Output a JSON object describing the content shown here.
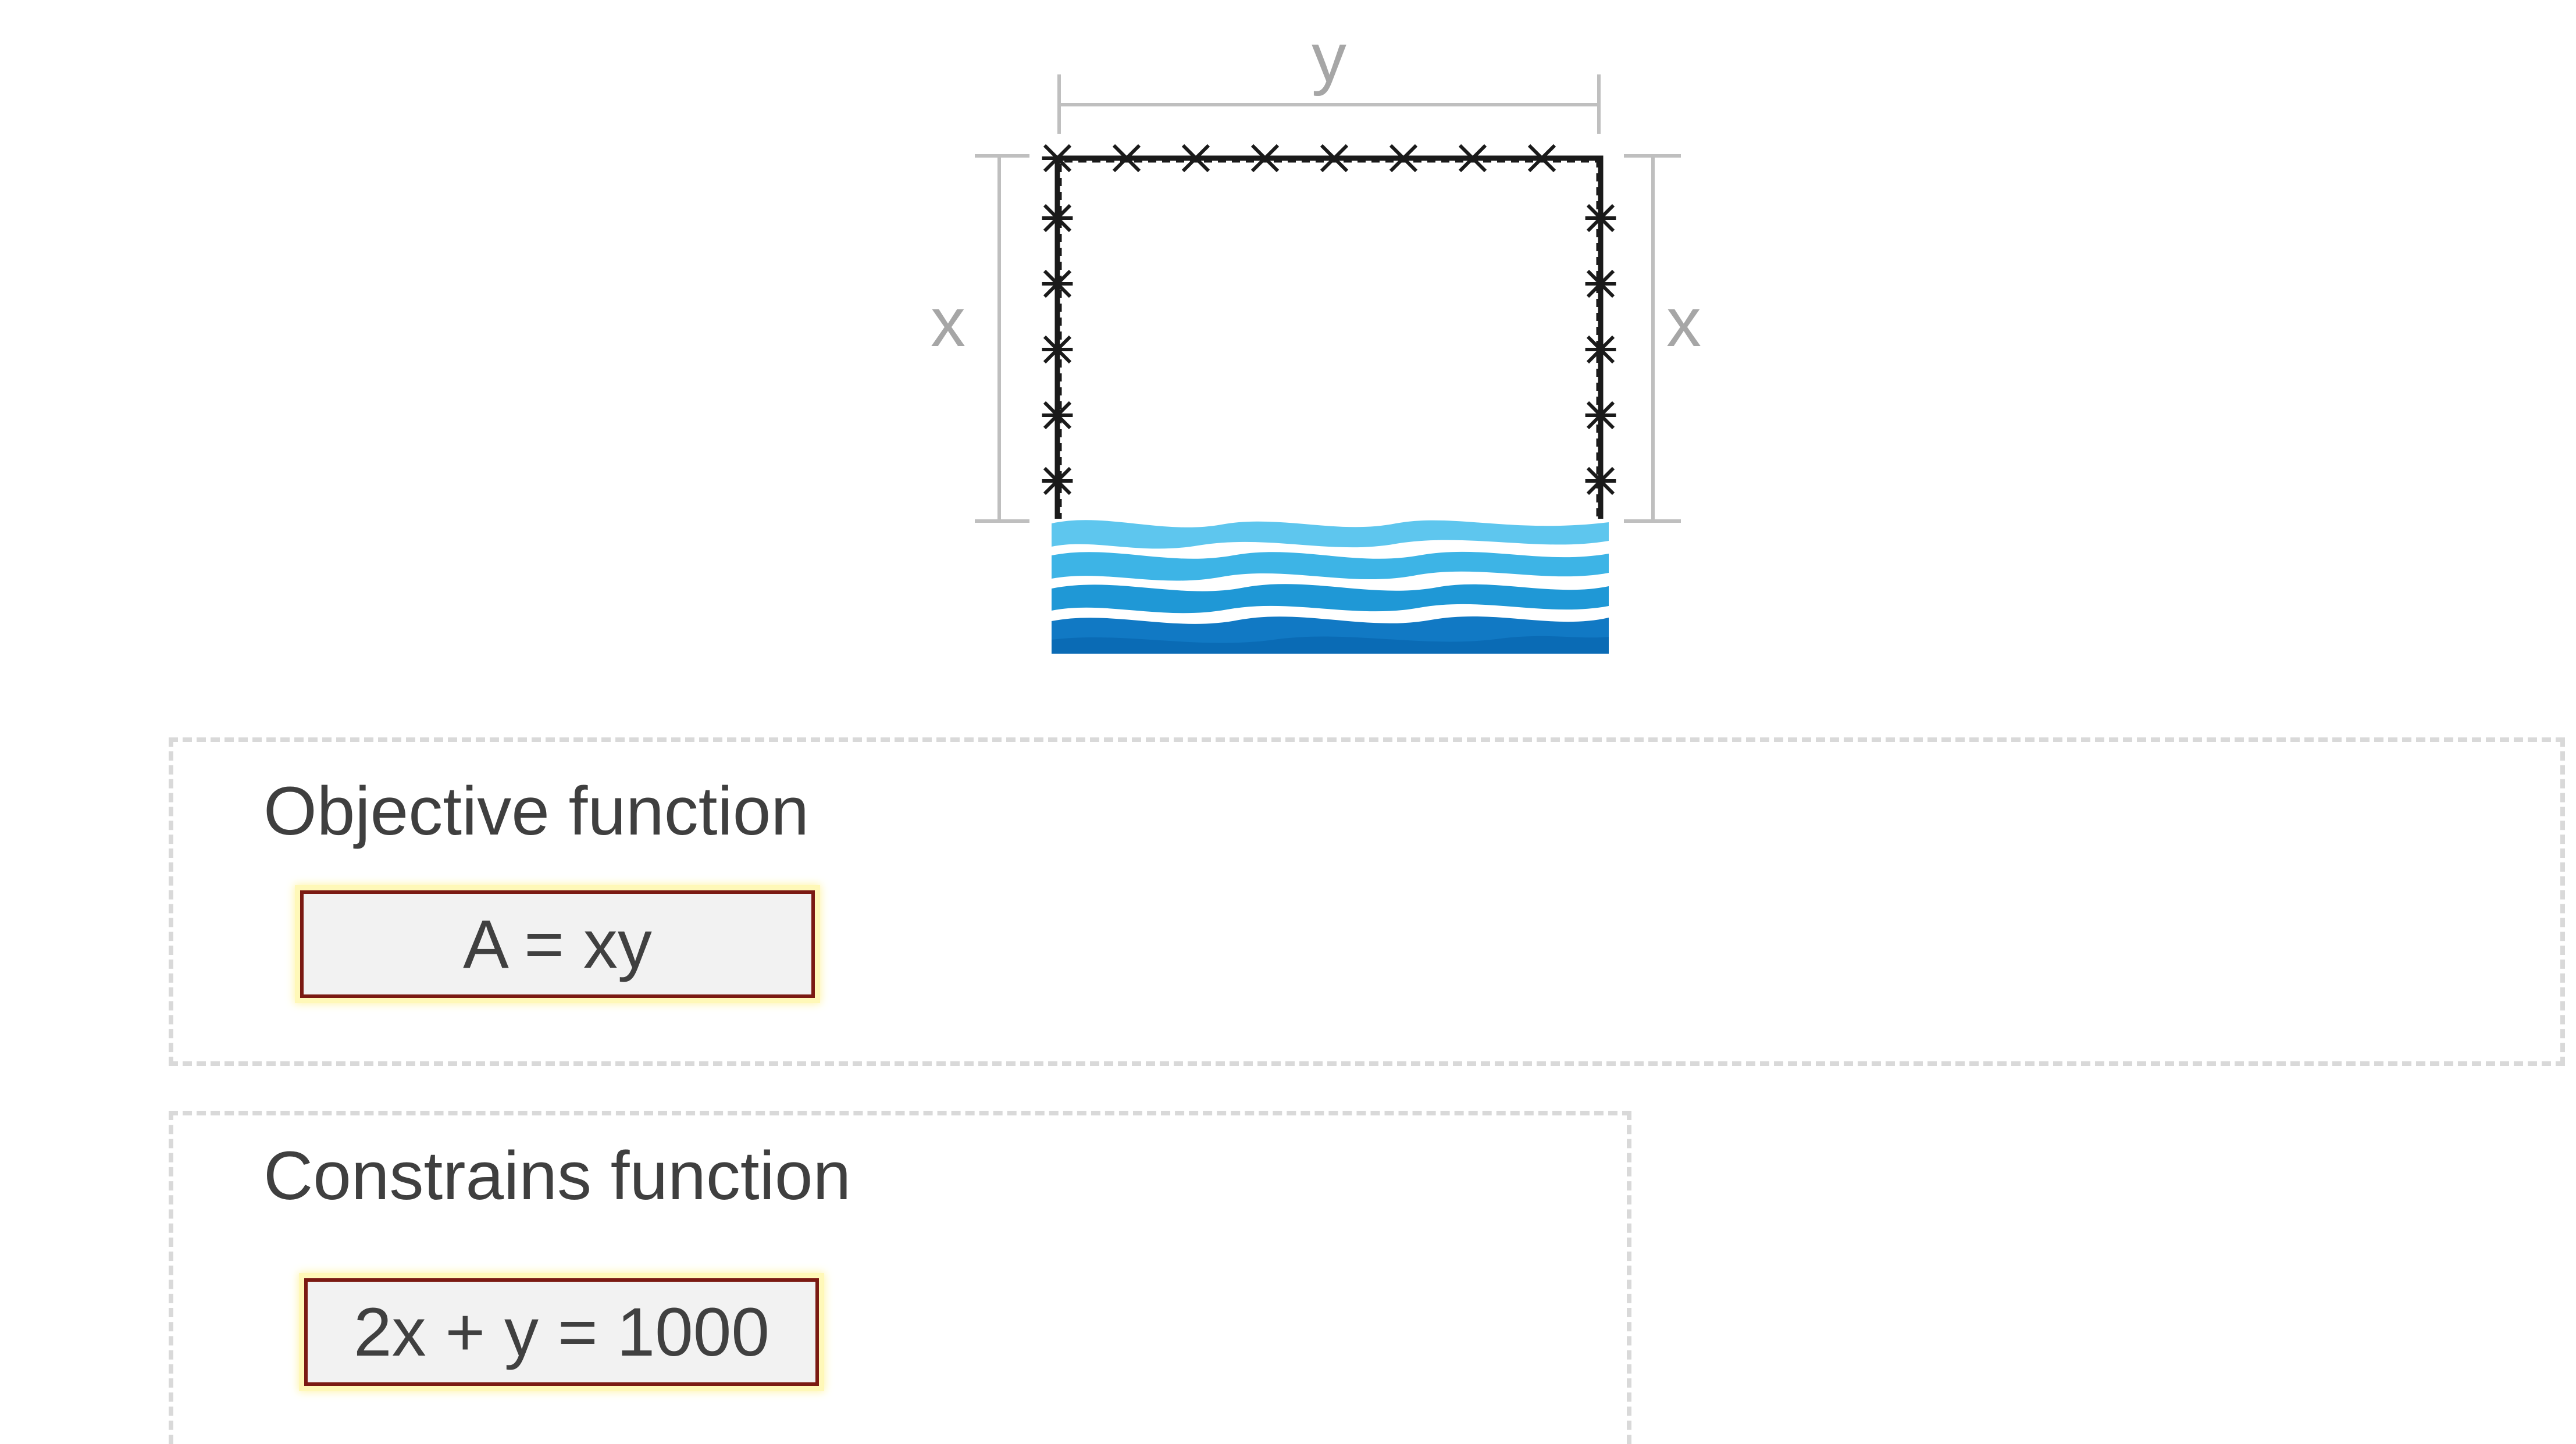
{
  "diagram": {
    "labels": {
      "top": "y",
      "left": "x",
      "right": "x"
    },
    "colors": {
      "fence": "#1a1a1a",
      "dimension_lines": "#bfbfbf",
      "water_light": "#5ec6ee",
      "water_mid": "#29a3db",
      "water_deep": "#0a6bb5"
    }
  },
  "objective": {
    "title": "Objective function",
    "formula": "A = xy"
  },
  "constraint": {
    "title": "Constrains function",
    "formula": "2x + y = 1000"
  },
  "colors": {
    "section_border": "#d9d9d9",
    "formula_border": "#7b1a12",
    "formula_glow": "#fff8b8",
    "formula_fill": "#f2f2f2",
    "text": "#404040"
  }
}
